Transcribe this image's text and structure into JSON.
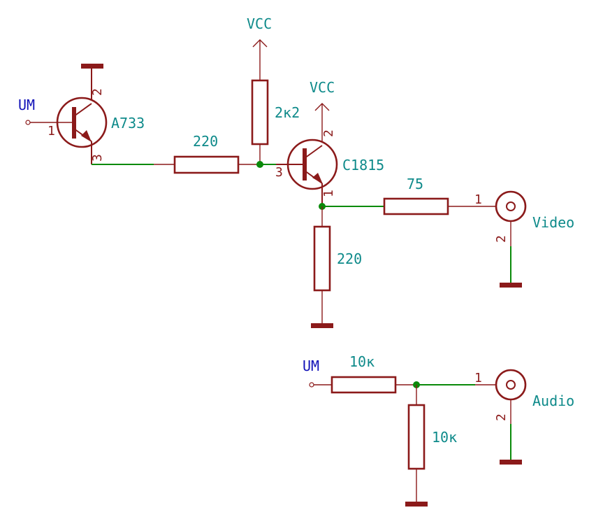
{
  "components": {
    "q1": {
      "ref": "A733",
      "pin_base": "1",
      "pin_collector": "2",
      "pin_emitter": "3"
    },
    "q2": {
      "ref": "C1815",
      "pin_base": "3",
      "pin_collector": "2",
      "pin_emitter": "1"
    },
    "r_base": {
      "value": "220"
    },
    "r_pullup": {
      "value": "2к2"
    },
    "r_emitter": {
      "value": "220"
    },
    "r_video": {
      "value": "75"
    },
    "r_audio_series": {
      "value": "10к"
    },
    "r_audio_shunt": {
      "value": "10к"
    },
    "j_video": {
      "name": "Video",
      "pin_signal": "1",
      "pin_ground": "2"
    },
    "j_audio": {
      "name": "Audio",
      "pin_signal": "1",
      "pin_ground": "2"
    }
  },
  "nets": {
    "vcc_1": "VCC",
    "vcc_2": "VCC",
    "um_1": "UM",
    "um_2": "UM"
  },
  "colors": {
    "wire": "#0a8a0a",
    "component": "#8b1a1a",
    "value_text": "#0e8a8a",
    "net_text": "#1212b8"
  }
}
